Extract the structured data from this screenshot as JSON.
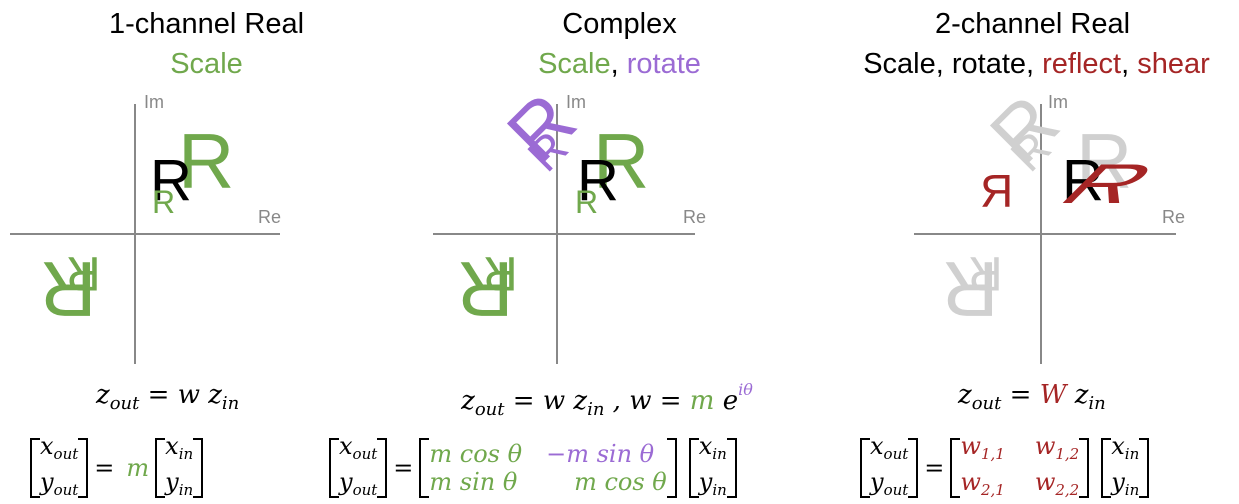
{
  "panels": [
    {
      "title": "1-channel Real",
      "subtitle_parts": [
        {
          "text": "Scale",
          "color": "green"
        }
      ],
      "axis": {
        "im": "Im",
        "re": "Re"
      },
      "glyph": "R",
      "eq": {
        "lhs": "z",
        "lhs_sub": "out",
        "mid": " = w z",
        "mid_sub": "in"
      },
      "matrix": {
        "v1": "x",
        "v1s": "out",
        "v2": "y",
        "v2s": "out",
        "scalar": "m",
        "u1": "x",
        "u1s": "in",
        "u2": "y",
        "u2s": "in"
      }
    },
    {
      "title": "Complex",
      "subtitle_parts": [
        {
          "text": "Scale",
          "color": "green"
        },
        {
          "text": ", ",
          "color": "black"
        },
        {
          "text": "rotate",
          "color": "purple"
        }
      ],
      "axis": {
        "im": "Im",
        "re": "Re"
      },
      "glyph": "R",
      "eq": {
        "lhs": "z",
        "lhs_sub": "out",
        "mid": " = w z",
        "mid_sub": "in",
        "sep": " ,  w = ",
        "m": "m",
        "e": " e",
        "sup": "iθ"
      },
      "matrix": {
        "v1": "x",
        "v1s": "out",
        "v2": "y",
        "v2s": "out",
        "a11": "m cos θ",
        "a12": "−m sin θ",
        "a21": "m sin θ",
        "a22": "m cos θ",
        "u1": "x",
        "u1s": "in",
        "u2": "y",
        "u2s": "in"
      }
    },
    {
      "title": "2-channel Real",
      "subtitle_parts": [
        {
          "text": "Scale, rotate, ",
          "color": "black"
        },
        {
          "text": "reflect",
          "color": "red"
        },
        {
          "text": ", ",
          "color": "black"
        },
        {
          "text": "shear",
          "color": "red"
        }
      ],
      "axis": {
        "im": "Im",
        "re": "Re"
      },
      "glyph": "R",
      "eq": {
        "lhs": "z",
        "lhs_sub": "out",
        "mid": " = ",
        "W": "W",
        "z": " z",
        "mid_sub": "in"
      },
      "matrix": {
        "v1": "x",
        "v1s": "out",
        "v2": "y",
        "v2s": "out",
        "w": "w",
        "w11": "1,1",
        "w12": "1,2",
        "w21": "2,1",
        "w22": "2,2",
        "u1": "x",
        "u1s": "in",
        "u2": "y",
        "u2s": "in"
      }
    }
  ],
  "colors": {
    "green": "#70a84c",
    "purple": "#9b6bd4",
    "red": "#a52525",
    "gray": "#888888",
    "light": "#d0d0d0"
  }
}
